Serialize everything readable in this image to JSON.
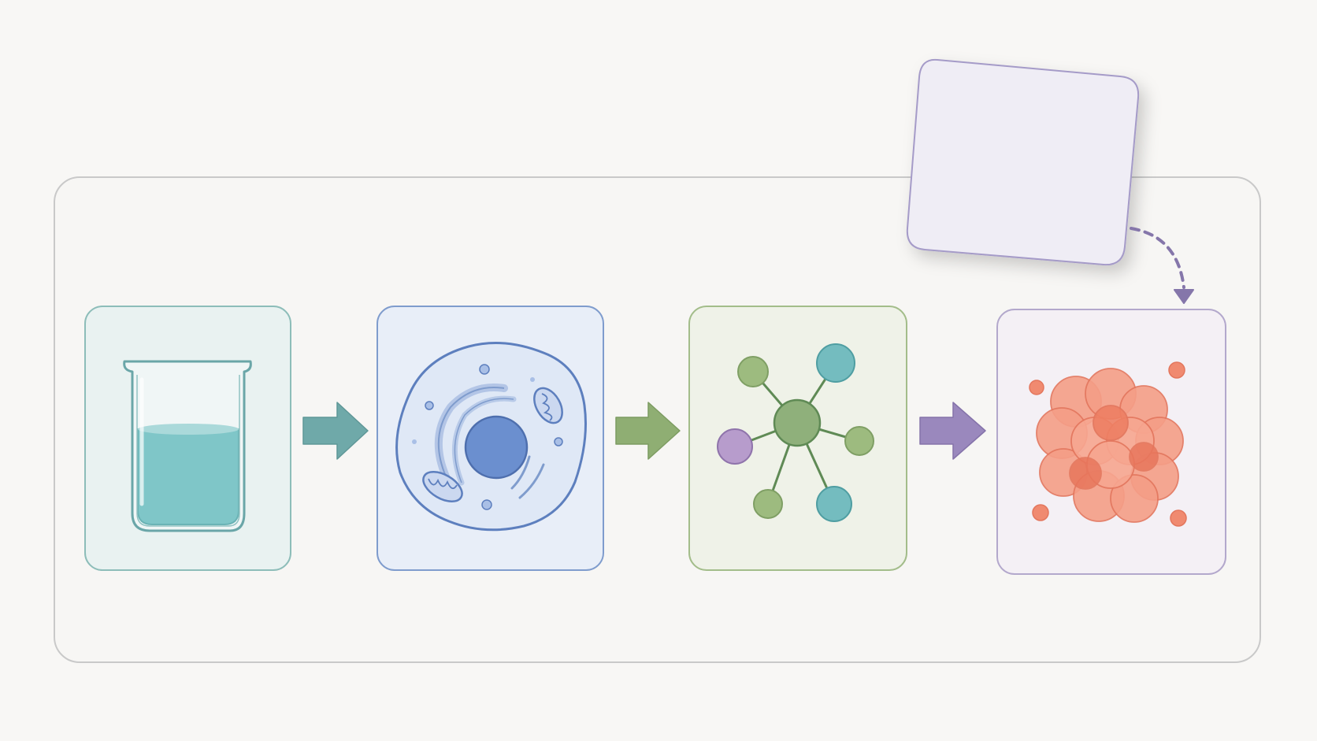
{
  "diagram": {
    "kind": "pipeline",
    "stages": [
      {
        "id": "solution",
        "icon": "beaker-icon",
        "color": "#6aa6a8",
        "fill": "#e9f2f1"
      },
      {
        "id": "cell",
        "icon": "cell-icon",
        "color": "#5d7fbe",
        "fill": "#e8eef8"
      },
      {
        "id": "network",
        "icon": "network-icon",
        "color": "#7f9f64",
        "fill": "#eff2e8"
      },
      {
        "id": "cluster",
        "icon": "cluster-icon",
        "color": "#a69bc4",
        "fill": "#f4f0f5"
      }
    ],
    "arrows": [
      {
        "from": "solution",
        "to": "cell",
        "color": "#6fa9a9"
      },
      {
        "from": "cell",
        "to": "network",
        "color": "#8fae73"
      },
      {
        "from": "network",
        "to": "cluster",
        "color": "#9a88bd"
      }
    ],
    "note_card": {
      "text": "",
      "color": "#efedf5",
      "border": "#a59bc8",
      "points_to": "cluster"
    },
    "colors": {
      "frame_border": "#c9c9c9",
      "liquid": "#7fc6c8",
      "nucleus": "#6b8fcf",
      "network_green": "#9dbb7f",
      "network_teal": "#74bcbf",
      "network_purple": "#b79ccc",
      "cluster": "#f0927a"
    }
  }
}
